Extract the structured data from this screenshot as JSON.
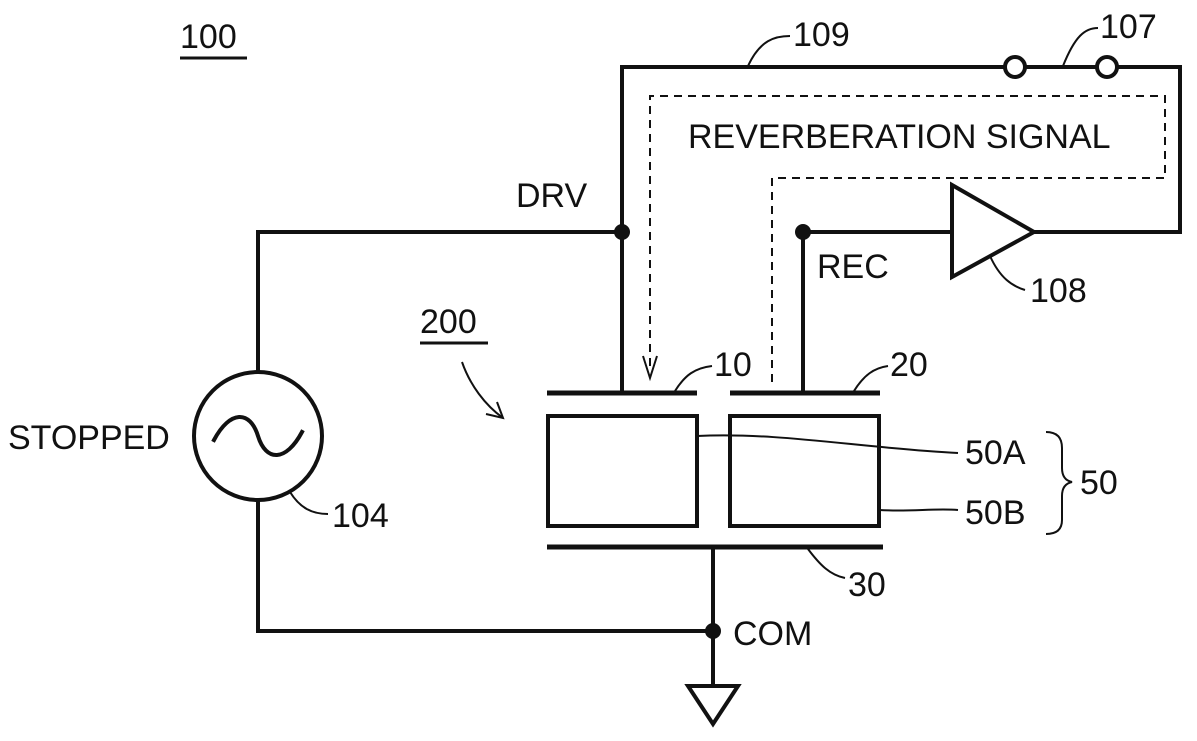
{
  "figure": {
    "ref_system": "100",
    "ref_device": "200",
    "ref_elec_drive": "10",
    "ref_elec_receive": "20",
    "ref_elec_common": "30",
    "ref_piezo": "50",
    "ref_piezo_a": "50A",
    "ref_piezo_b": "50B",
    "ref_source": "104",
    "ref_switch": "107",
    "ref_amp": "108",
    "ref_path": "109",
    "label_drv": "DRV",
    "label_rec": "REC",
    "label_com": "COM",
    "label_source_state": "STOPPED",
    "label_signal": "REVERBERATION SIGNAL"
  },
  "colors": {
    "line": "#111111",
    "background": "#ffffff"
  }
}
